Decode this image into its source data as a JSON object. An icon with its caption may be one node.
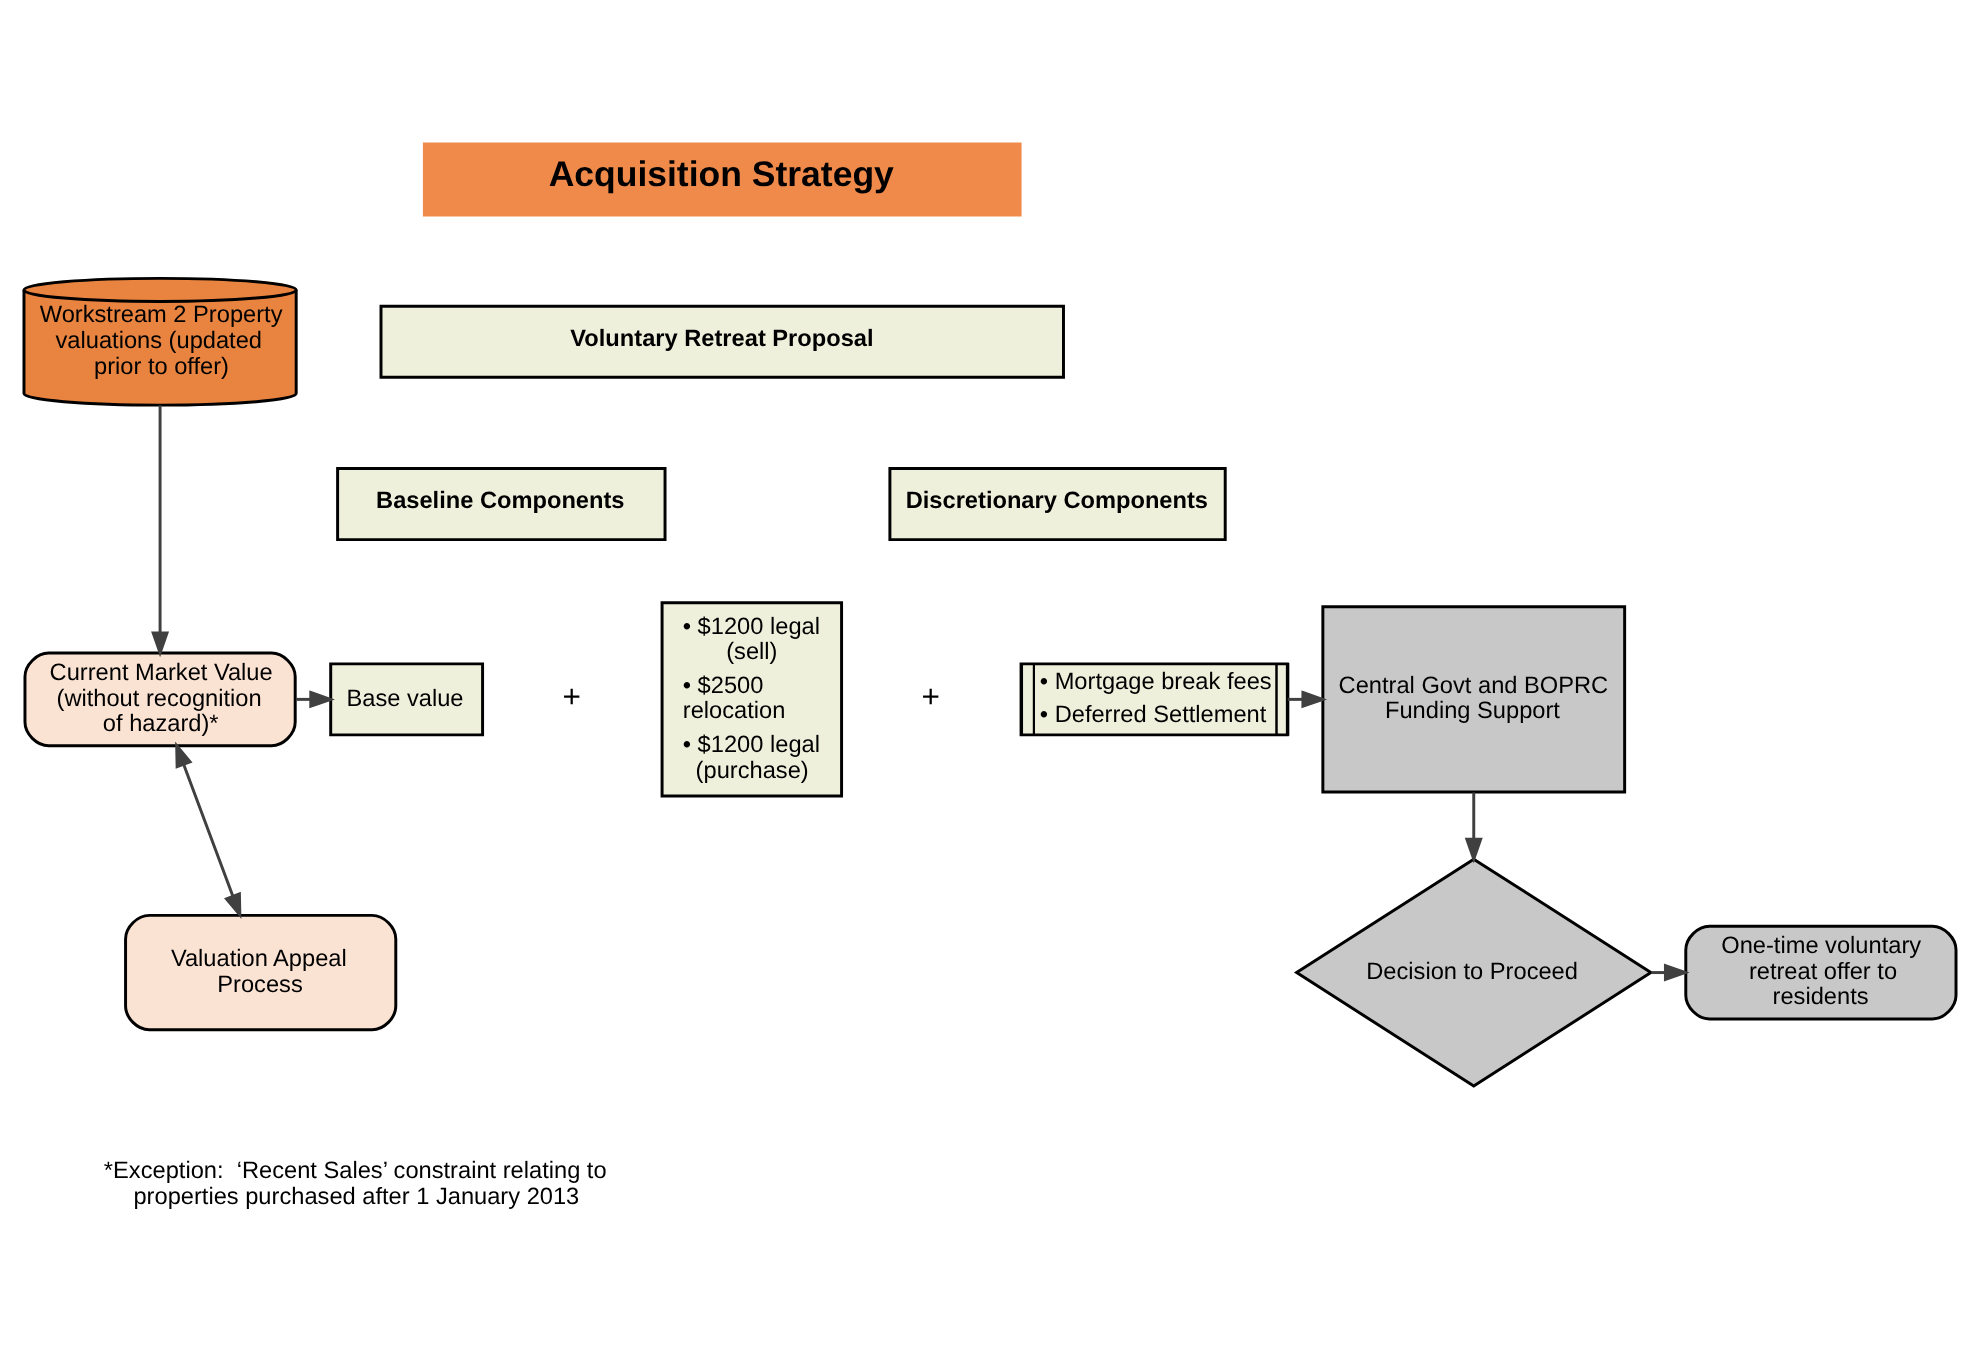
{
  "diagram": {
    "nodes": [
      {
        "text": [
          "Acquisition Strategy"
        ]
      },
      {
        "text": [
          "Workstream 2 Property valuations (updated prior to offer)"
        ]
      },
      {
        "text": [
          "Current Market Value (without recognition of hazard)*"
        ]
      },
      {
        "text": [
          "Valuation Appeal Process"
        ]
      },
      {
        "text": [
          "Voluntary Retreat Proposal"
        ]
      },
      {
        "text": [
          "Baseline Components"
        ]
      },
      {
        "text": [
          "Discretionary Components"
        ]
      },
      {
        "text": [
          "Base value"
        ]
      },
      {
        "text": [
          "• $1200 legal (sell)",
          "• $2500 relocation",
          "• $1200 legal (purchase)"
        ]
      },
      {
        "text": [
          "• Mortgage break fees",
          "• Deferred Settlement"
        ]
      },
      {
        "text": [
          "Central Govt and BOPRC Funding Support"
        ]
      },
      {
        "text": [
          "Decision to Proceed"
        ]
      },
      {
        "text": [
          "One-time voluntary retreat offer to residents"
        ]
      }
    ],
    "edges": [
      {
        "from": 1,
        "to": 2,
        "arrow": "to"
      },
      {
        "from": 2,
        "to": 3,
        "arrow": "both"
      },
      {
        "from": 2,
        "to": 7,
        "arrow": "to"
      },
      {
        "from": 9,
        "to": 10,
        "arrow": "to"
      },
      {
        "from": 10,
        "to": 11,
        "arrow": "to"
      },
      {
        "from": 11,
        "to": 12,
        "arrow": "to"
      }
    ],
    "labels": [
      "+",
      "+",
      "*Exception:  ‘Recent Sales’ constraint relating to properties purchased after 1 January 2013"
    ]
  }
}
